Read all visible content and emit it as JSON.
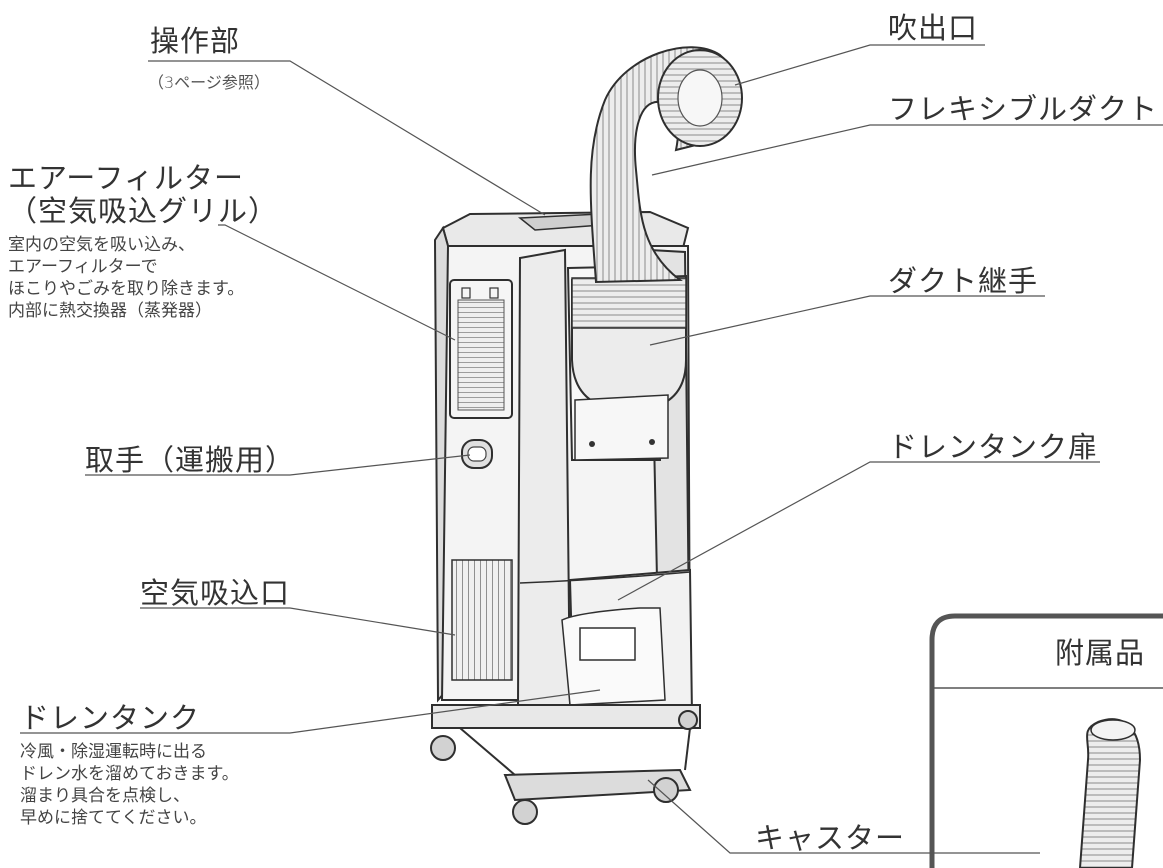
{
  "labels": {
    "control": "操作部",
    "control_note": "（3ページ参照）",
    "outlet": "吹出口",
    "flex_duct": "フレキシブルダクト",
    "filter_line1": "エアーフィルター",
    "filter_line2": "（空気吸込グリル）",
    "filter_desc": [
      "室内の空気を吸い込み、",
      "エアーフィルターで",
      "ほこりやごみを取り除きます。",
      "内部に熱交換器（蒸発器）"
    ],
    "duct_joint": "ダクト継手",
    "handle": "取手（運搬用）",
    "drain_door": "ドレンタンク扉",
    "air_inlet": "空気吸込口",
    "drain_tank": "ドレンタンク",
    "drain_desc": [
      "冷風・除湿運転時に出る",
      "ドレン水を溜めておきます。",
      "溜まり具合を点検し、",
      "早めに捨ててください。"
    ],
    "caster": "キャスター",
    "accessories": "附属品"
  },
  "colors": {
    "line": "#555555",
    "outline": "#2f2f2f",
    "body_fill": "#f4f4f4",
    "shade": "#d9d9d9",
    "duct_fill": "#e6e6e6"
  },
  "icons": [
    "unit-body",
    "flexible-duct",
    "vent-grille",
    "handle-grip",
    "caster-wheel",
    "accessory-hose"
  ]
}
